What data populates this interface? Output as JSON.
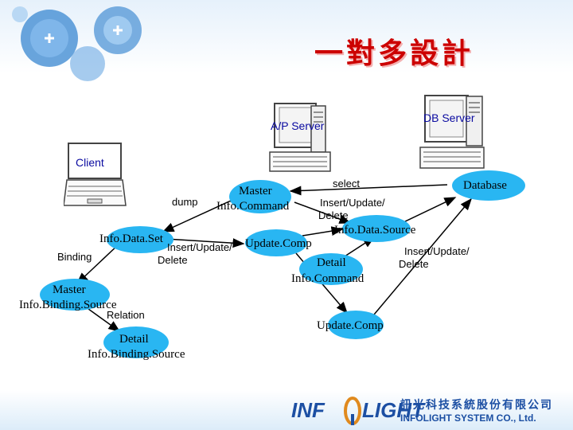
{
  "slide": {
    "title": "一對多設計"
  },
  "machines": {
    "ap_server": "A/P Server",
    "db_server": "DB Server",
    "client": "Client"
  },
  "nodes": {
    "database": "Database",
    "master_info_command": [
      "Master",
      "Info.Command"
    ],
    "info_data_set": "Info.Data.Set",
    "update_comp_1": "Update.Comp",
    "info_data_source": "Info.Data.Source",
    "detail_info_command": [
      "Detail",
      "Info.Command"
    ],
    "update_comp_2": "Update.Comp",
    "master_info_binding_source": [
      "Master",
      "Info.Binding.Source"
    ],
    "detail_info_binding_source": [
      "Detail",
      "Info.Binding.Source"
    ]
  },
  "edge_labels": {
    "select": "select",
    "insert_update_delete_1": [
      "Insert/Update/",
      "Delete"
    ],
    "dump": "dump",
    "insert_update_delete_2": [
      "Insert/Update/",
      "Delete"
    ],
    "insert_update_delete_3": [
      "Insert/Update/",
      "Delete"
    ],
    "binding": "Binding",
    "relation": "Relation"
  },
  "footer": {
    "logo_left": "INF",
    "logo_right": "LIGHT",
    "company_cn": "訊光科技系統股份有限公司",
    "company_en": "INFOLIGHT SYSTEM CO., Ltd."
  },
  "colors": {
    "title": "#cc0000",
    "ellipse": "#29b6f2",
    "machine_label": "#0a0aa0",
    "arrow": "#000000",
    "logo": "#1c4fa3"
  }
}
